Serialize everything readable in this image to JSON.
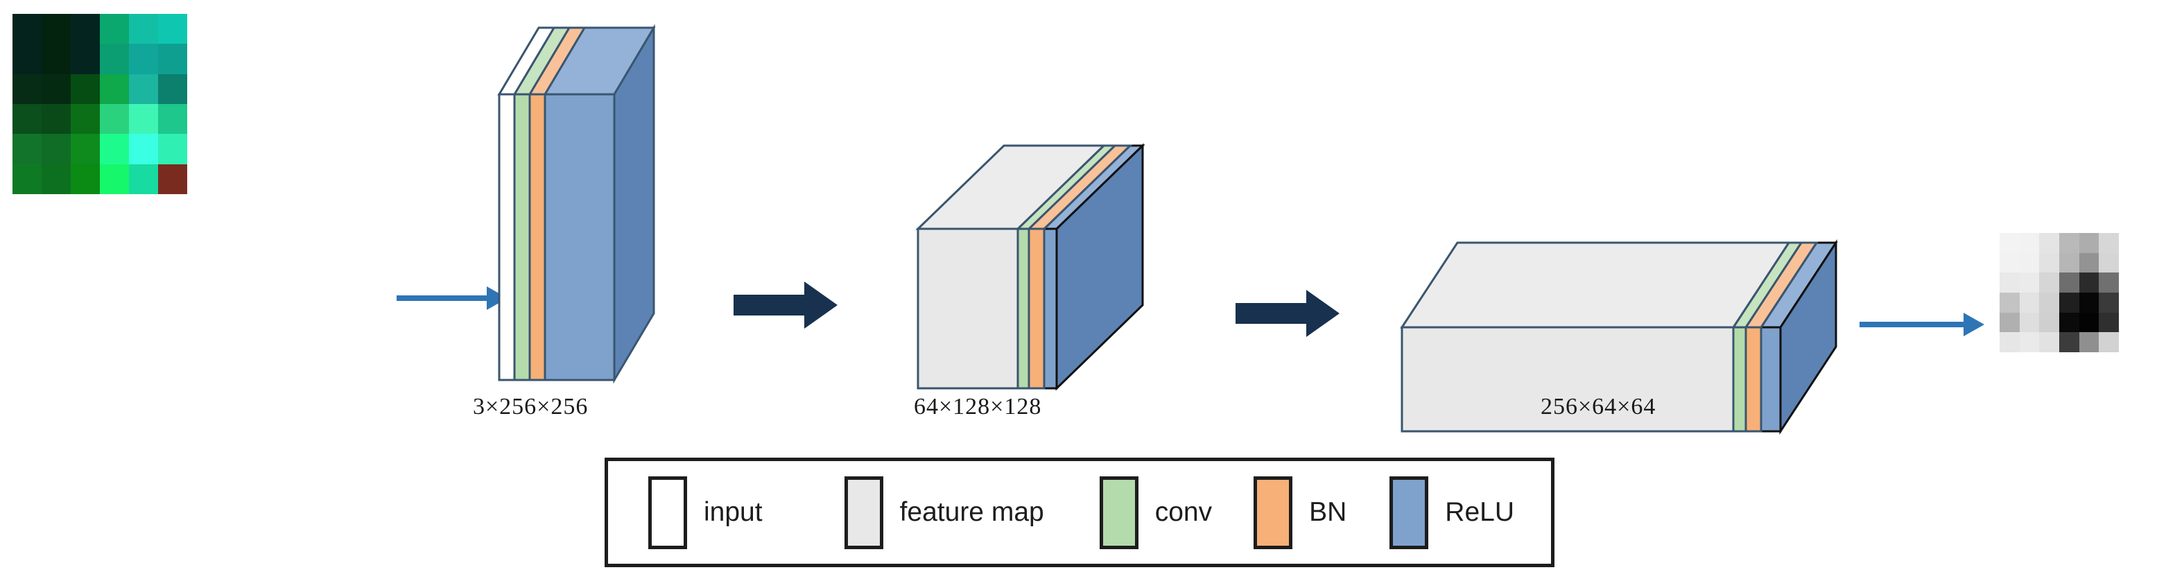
{
  "figure": {
    "title": "CNN feature-extraction pipeline diagram",
    "background": "#ffffff"
  },
  "palette": {
    "input": "#ffffff",
    "feature_map": "#e8e8e8",
    "feature_map_top": "#ececec",
    "conv": "#b4dbab",
    "conv_top": "#c6e4bf",
    "bn": "#f7b077",
    "bn_top": "#f9c198",
    "relu": "#7fa2cd",
    "relu_face": "#5c83b4",
    "relu_top": "#94b2d8",
    "stroke": "#3a5670",
    "stroke_dark": "#111111",
    "arrow_thin": "#2E75B6",
    "arrow_thick": "#17314F",
    "legend_border": "#1d1d1d",
    "text": "#1a1a1a"
  },
  "input_image": {
    "name": "input-rgb-image",
    "rows": 6,
    "cols": 6,
    "pixels": [
      [
        "#04231c",
        "#03230f",
        "#04251f",
        "#0aa86e",
        "#13bfa4",
        "#0fc7b0"
      ],
      [
        "#04231c",
        "#03230f",
        "#04251f",
        "#0c9e73",
        "#10a79a",
        "#0f9f90"
      ],
      [
        "#062c16",
        "#042a12",
        "#064d14",
        "#0fa84a",
        "#1bb5a0",
        "#0c7f6d"
      ],
      [
        "#0a4f1c",
        "#0a4a19",
        "#0a6f17",
        "#2bd27d",
        "#3ff5b4",
        "#1ec78c"
      ],
      [
        "#12742a",
        "#0f6d25",
        "#0f8a1c",
        "#1efb8d",
        "#3bffe2",
        "#2ff0b2"
      ],
      [
        "#0f7a24",
        "#0d7020",
        "#0b8a14",
        "#17f76b",
        "#17dba0",
        "#7a2b20"
      ]
    ]
  },
  "output_image": {
    "name": "output-grayscale-feature-image",
    "rows": 6,
    "cols": 6,
    "pixels": [
      [
        "#f3f3f3",
        "#f2f2f2",
        "#e4e4e4",
        "#b9b9b9",
        "#adadad",
        "#d7d7d7"
      ],
      [
        "#f2f2f2",
        "#f1f1f1",
        "#e2e2e2",
        "#b6b6b6",
        "#939393",
        "#d5d5d5"
      ],
      [
        "#e9e9e9",
        "#ebebeb",
        "#d6d6d6",
        "#6e6e6e",
        "#2b2b2b",
        "#707070"
      ],
      [
        "#c3c3c3",
        "#e3e3e3",
        "#d1d1d1",
        "#1f1f1f",
        "#070707",
        "#3a3a3a"
      ],
      [
        "#b0b0b0",
        "#dedede",
        "#cfcfcf",
        "#0a0a0a",
        "#030303",
        "#2f2f2f"
      ],
      [
        "#e6e6e6",
        "#eaeaea",
        "#e2e2e2",
        "#3c3c3c",
        "#8f8f8f",
        "#d2d2d2"
      ]
    ]
  },
  "arrows": [
    {
      "name": "arrow-input-to-block1",
      "style": "thin",
      "color": "#2E75B6"
    },
    {
      "name": "arrow-block1-to-block2",
      "style": "thick",
      "color": "#17314F"
    },
    {
      "name": "arrow-block2-to-block3",
      "style": "thick",
      "color": "#17314F"
    },
    {
      "name": "arrow-block3-to-output",
      "style": "thin",
      "color": "#2E75B6"
    }
  ],
  "blocks": [
    {
      "name": "block-stage-1",
      "dim_label": "3×256×256",
      "layers": [
        "input",
        "conv",
        "BN",
        "ReLU"
      ]
    },
    {
      "name": "block-stage-2",
      "dim_label": "64×128×128",
      "layers": [
        "feature map",
        "conv",
        "BN",
        "ReLU"
      ]
    },
    {
      "name": "block-stage-3",
      "dim_label": "256×64×64",
      "layers": [
        "feature map",
        "conv",
        "BN",
        "ReLU"
      ]
    }
  ],
  "legend": {
    "name": "legend-box",
    "items": [
      {
        "label": "input",
        "swatch": "#ffffff"
      },
      {
        "label": "feature map",
        "swatch": "#e8e8e8"
      },
      {
        "label": "conv",
        "swatch": "#b4dbab"
      },
      {
        "label": "BN",
        "swatch": "#f7b077"
      },
      {
        "label": "ReLU",
        "swatch": "#7fa2cd"
      }
    ]
  }
}
